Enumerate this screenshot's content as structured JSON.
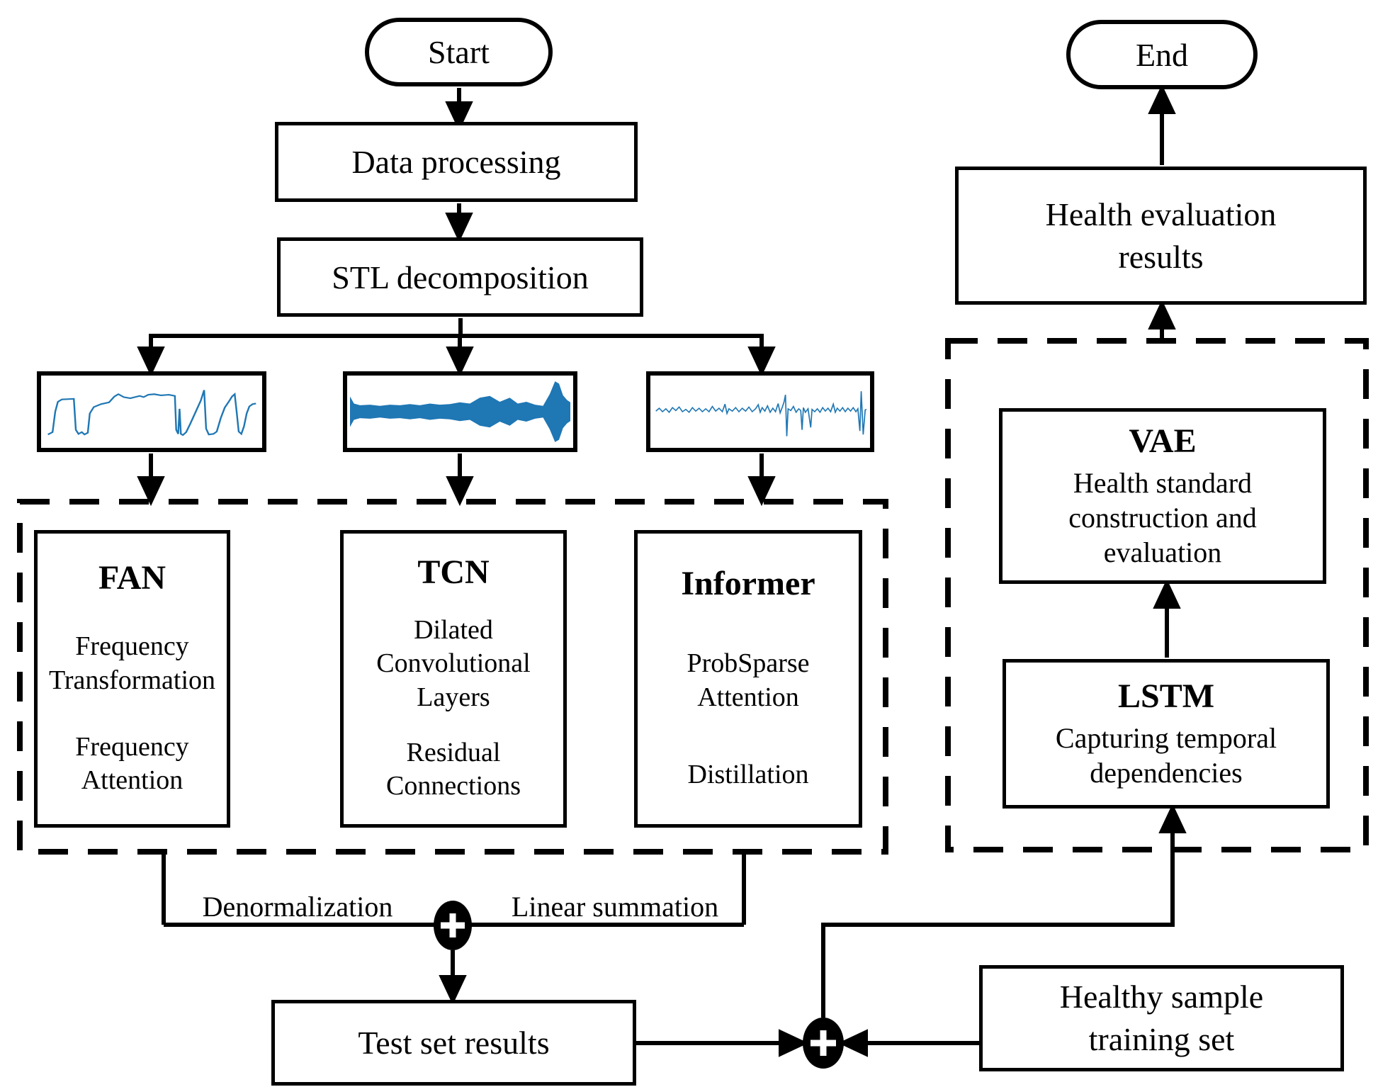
{
  "figure": {
    "type": "flowchart",
    "description": "Health evaluation method flow diagram"
  },
  "nodes": {
    "start": "Start",
    "end": "End",
    "data_processing": "Data processing",
    "stl": "STL decomposition",
    "fan": {
      "title": "FAN",
      "items": [
        "Frequency Transformation",
        "Frequency Attention"
      ]
    },
    "tcn": {
      "title": "TCN",
      "items": [
        "Dilated Convolutional Layers",
        "Residual Connections"
      ]
    },
    "informer": {
      "title": "Informer",
      "items": [
        "ProbSparse Attention",
        "Distillation"
      ]
    },
    "vae": {
      "title": "VAE",
      "subtitle": "Health standard construction and evaluation"
    },
    "lstm": {
      "title": "LSTM",
      "subtitle": "Capturing temporal dependencies"
    },
    "health_eval": "Health evaluation results",
    "test_results": "Test set results",
    "healthy_training": "Healthy sample training set"
  },
  "edge_labels": {
    "denormalization": "Denormalization",
    "linear_summation": "Linear summation"
  },
  "icons": {
    "sum_node": "circle-plus-icon",
    "plots": [
      "trend-component-signal",
      "seasonal-component-signal",
      "residual-component-signal"
    ]
  },
  "colors": {
    "diagram_ink": "#000000",
    "signal_line": "#1f77b4",
    "background": "#ffffff"
  }
}
